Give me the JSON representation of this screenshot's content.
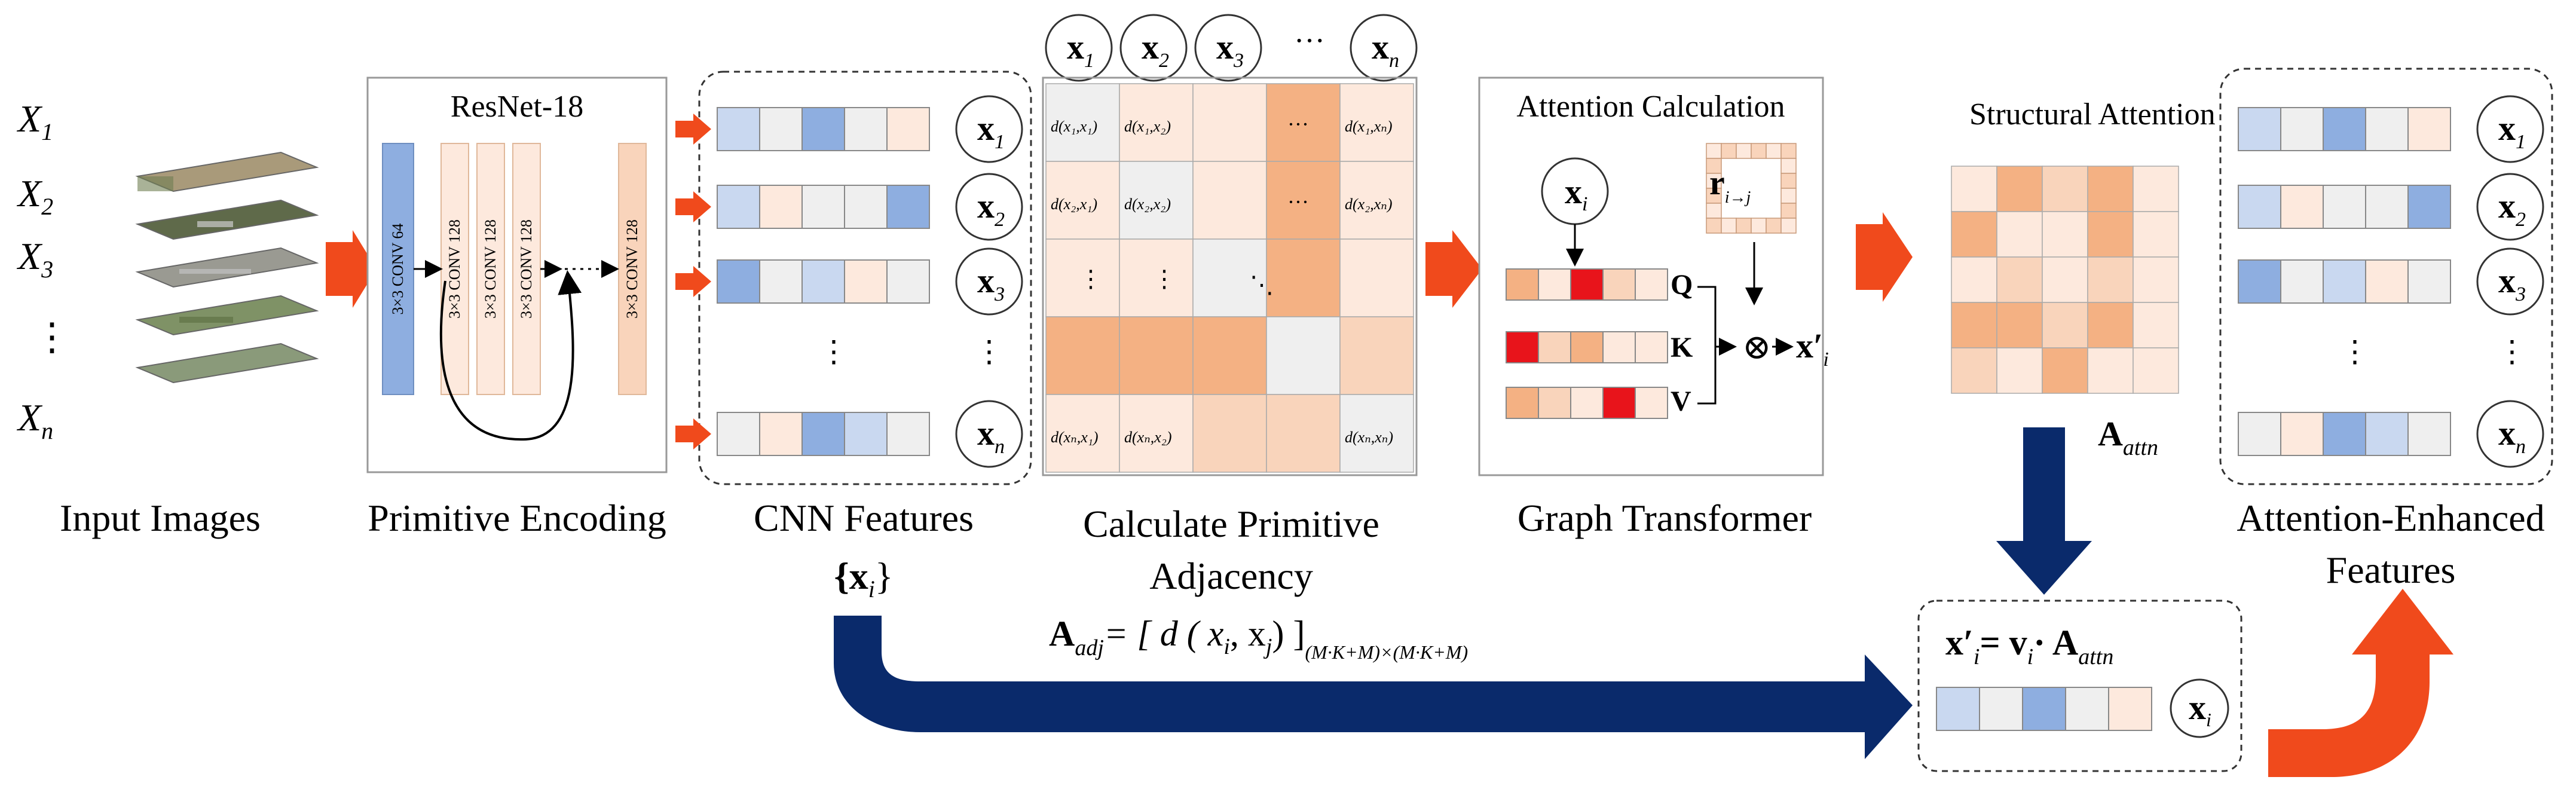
{
  "colors": {
    "orange_arrow": "#f04a1c",
    "navy_arrow": "#0a2a6b",
    "blue_dark": "#8eaee0",
    "blue_light": "#c9d8f0",
    "peach_light": "#fde9dd",
    "peach_mid": "#f9d4bb",
    "orange_mid": "#f4b183",
    "gray_light": "#efefef",
    "red": "#e8141b"
  },
  "input": {
    "labels": [
      "X",
      "X",
      "X",
      "⋮",
      "X"
    ],
    "subscripts": [
      "1",
      "2",
      "3",
      "",
      "n"
    ],
    "caption": "Input Images"
  },
  "encoder": {
    "title": "ResNet-18",
    "caption": "Primitive Encoding",
    "layers": [
      "3×3 CONV 64",
      "3×3 CONV 128",
      "3×3 CONV 128",
      "3×3 CONV 128",
      "3×3 CONV 128"
    ]
  },
  "cnn": {
    "caption_line1": "CNN Features",
    "caption_line2": "{x",
    "caption_sub": "i",
    "caption_close": "}",
    "vectors": [
      "x",
      "x",
      "x",
      "x"
    ],
    "vector_subs": [
      "1",
      "2",
      "3",
      "n"
    ],
    "rows": [
      [
        "blue_light",
        "gray_light",
        "blue_dark",
        "gray_light",
        "peach_light"
      ],
      [
        "blue_light",
        "peach_light",
        "gray_light",
        "gray_light",
        "blue_dark"
      ],
      [
        "blue_dark",
        "gray_light",
        "blue_light",
        "peach_light",
        "gray_light"
      ],
      [
        "gray_light",
        "peach_light",
        "blue_dark",
        "blue_light",
        "gray_light"
      ]
    ],
    "dots": "⋮"
  },
  "adjacency": {
    "caption_line1": "Calculate Primitive",
    "caption_line2": "Adjacency",
    "headers": [
      "x",
      "x",
      "x",
      "···",
      "x"
    ],
    "header_subs": [
      "1",
      "2",
      "3",
      "",
      "n"
    ],
    "cells": [
      "d(x₁,x₁)",
      "d(x₁,x₂)",
      "d(x₁,xₙ)",
      "d(x₂,x₁)",
      "d(x₂,x₂)",
      "d(x₂,xₙ)",
      "d(xₙ,x₁)",
      "d(xₙ,x₂)",
      "d(xₙ,xₙ)"
    ],
    "formula_lhs": "A",
    "formula_lhs_sub": "adj",
    "formula_rhs": "= [ d ( x",
    "formula_i": "i",
    "formula_mid": ", x",
    "formula_j": "j",
    "formula_end": ") ]",
    "formula_dims": "(M·K+M)×(M·K+M)"
  },
  "attention_calc": {
    "title": "Attention Calculation",
    "caption": "Graph Transformer",
    "query_vec": "x",
    "query_sub": "i",
    "rel_vec": "r",
    "rel_sub": "i→j",
    "qkv": [
      "Q",
      "K",
      "V"
    ],
    "otimes": "⊗",
    "output": "x′",
    "output_sub": "i"
  },
  "structural": {
    "title": "Structural Attention",
    "matrix_label": "A",
    "matrix_sub": "attn"
  },
  "enhanced": {
    "caption_line1": "Attention-Enhanced",
    "caption_line2": "Features",
    "vectors": [
      "x",
      "x",
      "x",
      "x"
    ],
    "vector_subs": [
      "1",
      "2",
      "3",
      "n"
    ]
  },
  "output_box": {
    "formula_lhs": "x′",
    "formula_lhs_sub": "i",
    "formula_eq": "= v",
    "formula_v_sub": "i",
    "formula_dot": "· A",
    "formula_attn_sub": "attn",
    "vector": "x",
    "vector_sub": "i"
  }
}
